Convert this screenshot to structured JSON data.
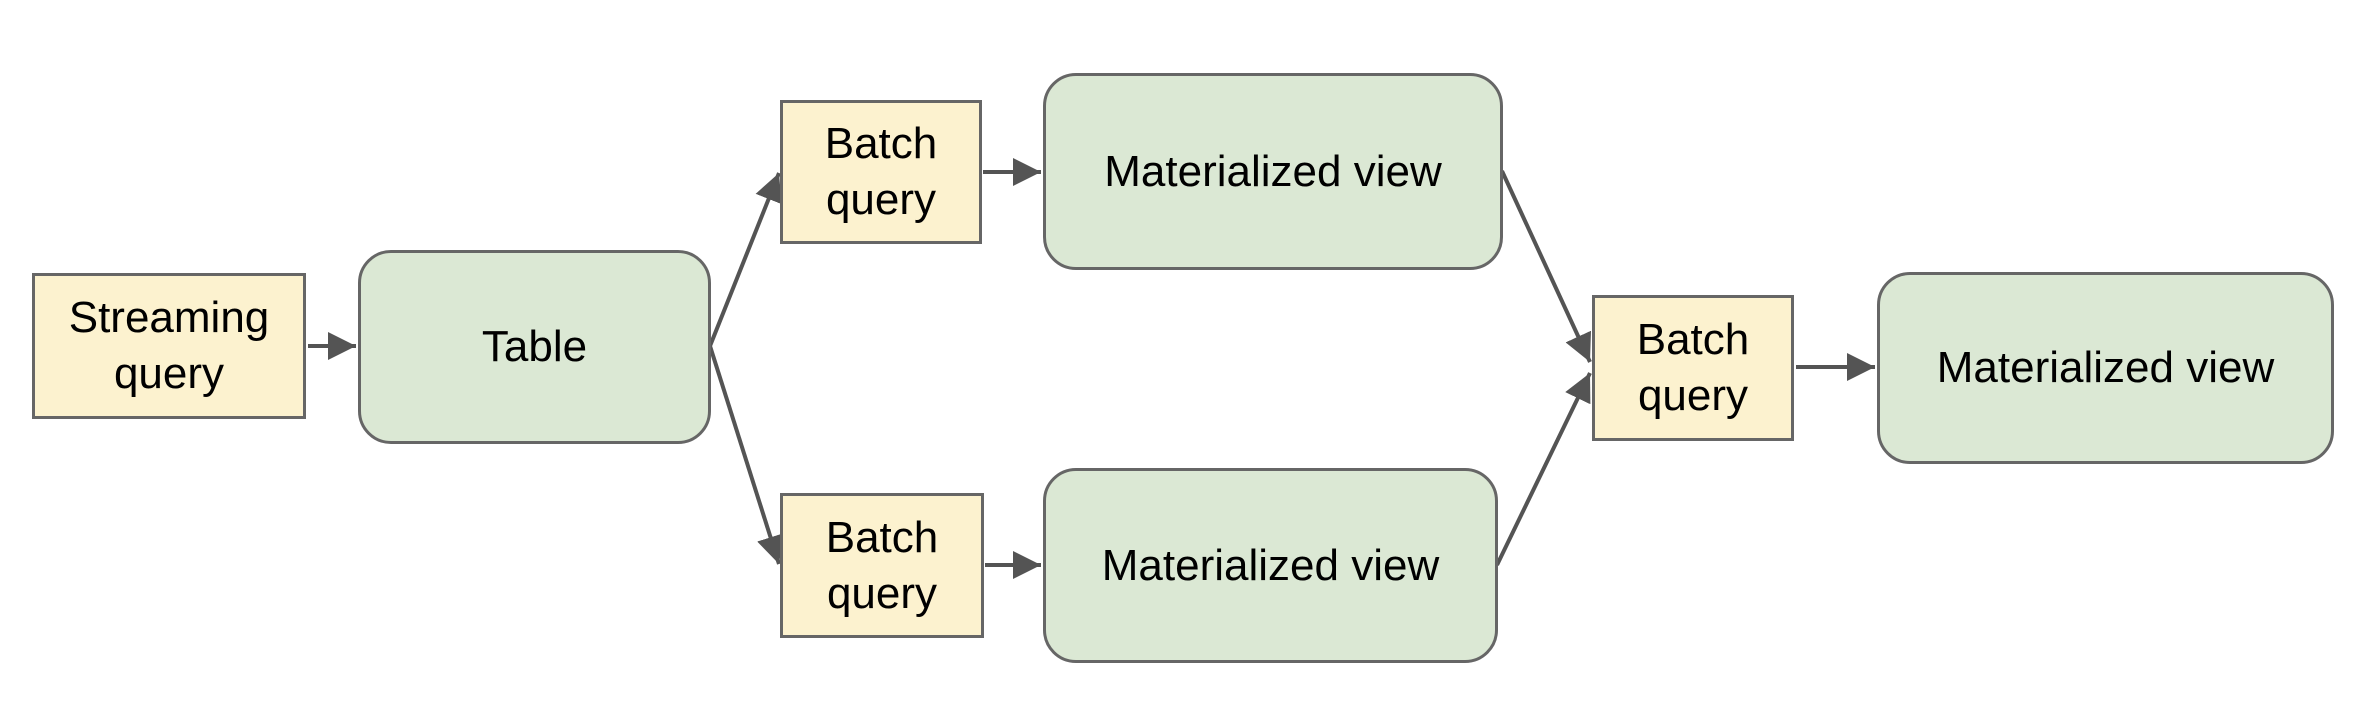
{
  "diagram": {
    "nodes": [
      {
        "id": "streaming-query",
        "label": "Streaming query",
        "kind": "query"
      },
      {
        "id": "table",
        "label": "Table",
        "kind": "table"
      },
      {
        "id": "batch-query-top",
        "label": "Batch query",
        "kind": "query"
      },
      {
        "id": "materialized-view-top",
        "label": "Materialized view",
        "kind": "view"
      },
      {
        "id": "batch-query-bottom",
        "label": "Batch query",
        "kind": "query"
      },
      {
        "id": "materialized-view-bottom",
        "label": "Materialized view",
        "kind": "view"
      },
      {
        "id": "batch-query-right",
        "label": "Batch query",
        "kind": "query"
      },
      {
        "id": "materialized-view-final",
        "label": "Materialized view",
        "kind": "view"
      }
    ],
    "edges": [
      {
        "from": "streaming-query",
        "to": "table"
      },
      {
        "from": "table",
        "to": "batch-query-top"
      },
      {
        "from": "table",
        "to": "batch-query-bottom"
      },
      {
        "from": "batch-query-top",
        "to": "materialized-view-top"
      },
      {
        "from": "batch-query-bottom",
        "to": "materialized-view-bottom"
      },
      {
        "from": "materialized-view-top",
        "to": "batch-query-right"
      },
      {
        "from": "materialized-view-bottom",
        "to": "batch-query-right"
      },
      {
        "from": "batch-query-right",
        "to": "materialized-view-final"
      }
    ],
    "colors": {
      "query_fill": "#fcf2cf",
      "view_fill": "#dbe8d4",
      "shape_border": "#666666",
      "arrow": "#545454",
      "text": "#000000",
      "background": "#ffffff"
    }
  }
}
